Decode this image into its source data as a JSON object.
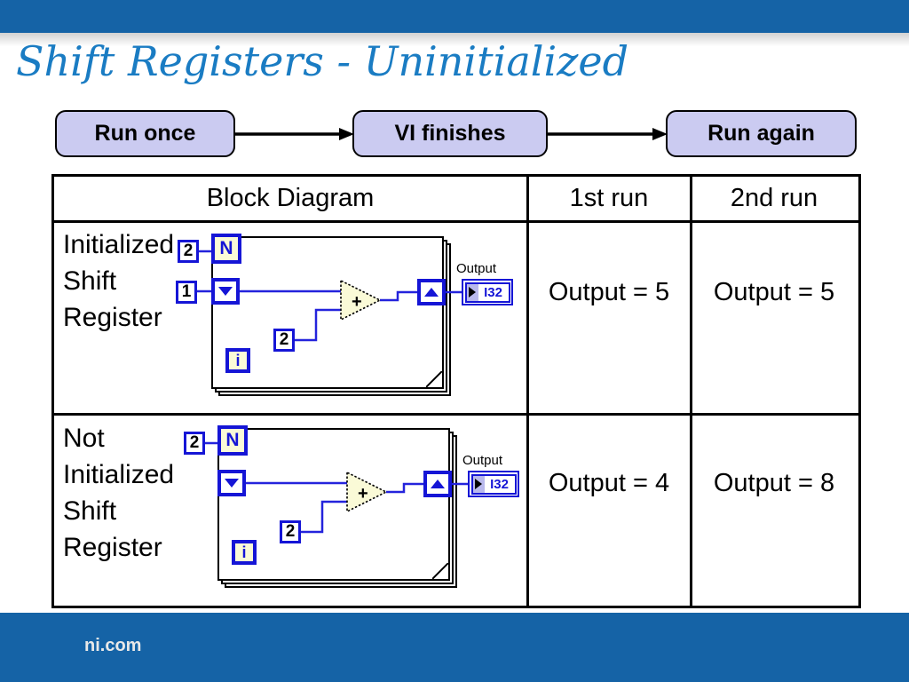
{
  "slide": {
    "title": "Shift Registers - Uninitialized",
    "footer_link": "ni.com"
  },
  "flow_steps": [
    {
      "label": "Run once"
    },
    {
      "label": "VI finishes"
    },
    {
      "label": "Run again"
    }
  ],
  "table": {
    "headers": {
      "block_diagram": "Block Diagram",
      "first_run": "1st run",
      "second_run": "2nd run"
    },
    "rows": [
      {
        "label": "Initialized\nShift\nRegister",
        "first_run": "Output = 5",
        "second_run": "Output = 5"
      },
      {
        "label": "Not\nInitialized\nShift\nRegister",
        "first_run": "Output = 4",
        "second_run": "Output = 8"
      }
    ]
  },
  "diagram": {
    "count_value": "2",
    "loop_count_label": "N",
    "init_value": "1",
    "add_input_value": "2",
    "plus_sign": "+",
    "iteration_label": "i",
    "output_label": "Output",
    "indicator_type": "I32"
  },
  "colors": {
    "top_bar": "#1563A6",
    "bottom_bar": "#1563A6",
    "title": "#1A7CC3",
    "flow_fill": "#CBCBF1",
    "lv_blue": "#1515D6",
    "lv_cream": "#FAFAD7",
    "wire": "#2423DC",
    "footer_text": "#E8E8E8",
    "indicator_fill": "#B9B9EC"
  }
}
